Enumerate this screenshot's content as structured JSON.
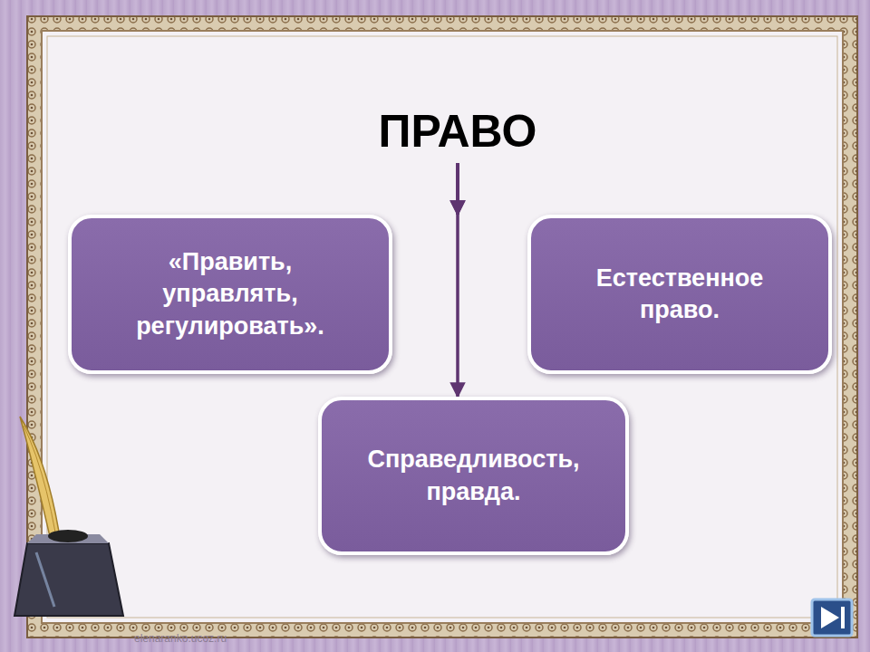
{
  "diagram": {
    "nodes": [
      {
        "text": [
          "ПРАВО"
        ]
      },
      {
        "text": [
          "«Править, управлять, регулировать»."
        ]
      },
      {
        "text": [
          "Естественное право."
        ]
      },
      {
        "text": [
          "Справедливость, правда."
        ]
      }
    ],
    "edges": [
      {
        "from": 0,
        "to": 1,
        "arrow": "to"
      },
      {
        "from": 0,
        "to": 2,
        "arrow": "to"
      },
      {
        "from": 0,
        "to": 3,
        "arrow": "to"
      }
    ],
    "labels": [
      "elenaranko.ucoz.ru"
    ]
  }
}
